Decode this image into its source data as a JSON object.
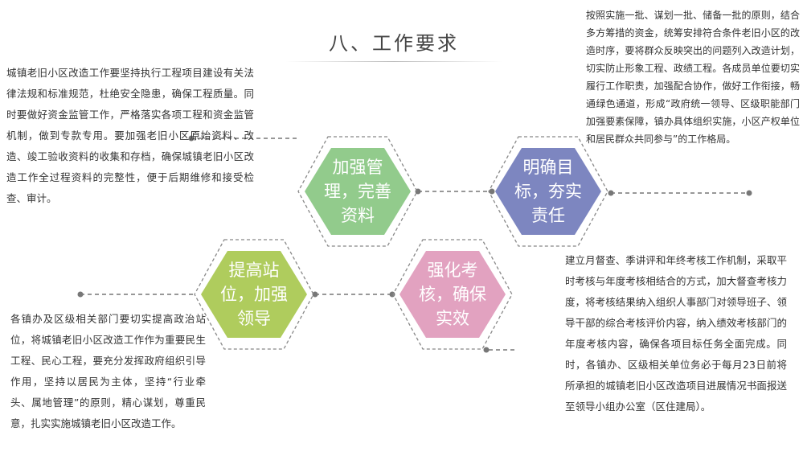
{
  "title": "八、工作要求",
  "colors": {
    "green": "#92cb8c",
    "blue": "#7d86c0",
    "lime": "#afcc5d",
    "pink": "#e2a2c0",
    "connector": "#777777"
  },
  "hexagons": {
    "organize": {
      "label": "加强管理，完善资料"
    },
    "responsibility": {
      "label": "明确目标，夯实责任"
    },
    "leadership": {
      "label": "提高站位，加强领导"
    },
    "assessment": {
      "label": "强化考核，确保实效"
    }
  },
  "paragraphs": {
    "organize": "城镇老旧小区改造工作要坚持执行工程项目建设有关法律法规和标准规范，杜绝安全隐患，确保工程质量。同时要做好资金监管工作，严格落实各项工程和资金监管机制，做到专款专用。要加强老旧小区原始资料、改造、竣工验收资料的收集和存档，确保城镇老旧小区改造工作全过程资料的完整性，便于后期维修和接受检查、审计。",
    "responsibility": "按照实施一批、谋划一批、储备一批的原则，结合多方筹措的资金，统筹安排符合条件老旧小区的改造时序，要将群众反映突出的问题列入改造计划，切实防止形象工程、政绩工程。各成员单位要切实履行工作职责，加强配合协作，做好工作衔接，畅通绿色通道，形成“政府统一领导、区级职能部门加强要素保障，镇办具体组织实施，小区产权单位和居民群众共同参与”的工作格局。",
    "leadership": "各镇办及区级相关部门要切实提高政治站位，将城镇老旧小区改造工作作为重要民生工程、民心工程，要充分发挥政府组织引导作用，坚持以居民为主体，坚持“行业牵头、属地管理”的原则，精心谋划，尊重民意，扎实实施城镇老旧小区改造工作。",
    "assessment": "建立月督查、季讲评和年终考核工作机制，采取平时考核与年度考核相结合的方式，加大督查考核力度，将考核结果纳入组织人事部门对领导班子、领导干部的综合考核评价内容，纳入绩效考核部门的年度考核内容，确保各项目标任务全面完成。同时，各镇办、区级相关单位务必于每月23日前将所承担的城镇老旧小区改造项目进展情况书面报送至领导小组办公室（区住建局）。"
  }
}
